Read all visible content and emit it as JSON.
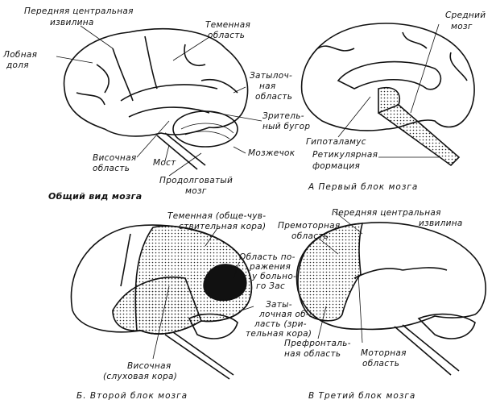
{
  "panels": {
    "general": {
      "caption": "Общий вид мозга",
      "labels": {
        "precentral_1": "Передняя центральная",
        "precentral_2": "извилина",
        "parietal_1": "Теменная",
        "parietal_2": "область",
        "frontal_1": "Лобная",
        "frontal_2": "доля",
        "occipital_1": "Затылоч-",
        "occipital_2": "ная",
        "occipital_3": "область",
        "thalamus_1": "Зритель-",
        "thalamus_2": "ный бугор",
        "cerebellum": "Мозжечок",
        "temporal_1": "Височная",
        "temporal_2": "область",
        "pons": "Мост",
        "medulla_1": "Продолговатый",
        "medulla_2": "мозг"
      }
    },
    "first_block": {
      "caption": "А  Первый блок мозга",
      "labels": {
        "midbrain_1": "Средний",
        "midbrain_2": "мозг",
        "hypothalamus": "Гипоталамус",
        "reticular_1": "Ретикулярная",
        "reticular_2": "формация"
      }
    },
    "second_block": {
      "caption": "Б.  Второй блок мозга",
      "labels": {
        "parietal_1": "Теменная (обще-чув-",
        "parietal_2": "ствительная кора)",
        "lesion_1": "Область по-",
        "lesion_2": "ражения",
        "lesion_3": "у больно-",
        "lesion_4": "го Зас",
        "occipital_1": "Заты-",
        "occipital_2": "лочная об-",
        "occipital_3": "ласть (зри-",
        "occipital_4": "тельная кора)",
        "temporal_1": "Височная",
        "temporal_2": "(слуховая кора)"
      }
    },
    "third_block": {
      "caption": "В  Третий блок мозга",
      "labels": {
        "precentral_1": "Передняя центральная",
        "precentral_2": "извилина",
        "premotor_1": "Премоторная",
        "premotor_2": "область",
        "prefrontal_1": "Префронталь-",
        "prefrontal_2": "ная область",
        "motor_1": "Моторная",
        "motor_2": "область"
      }
    }
  }
}
